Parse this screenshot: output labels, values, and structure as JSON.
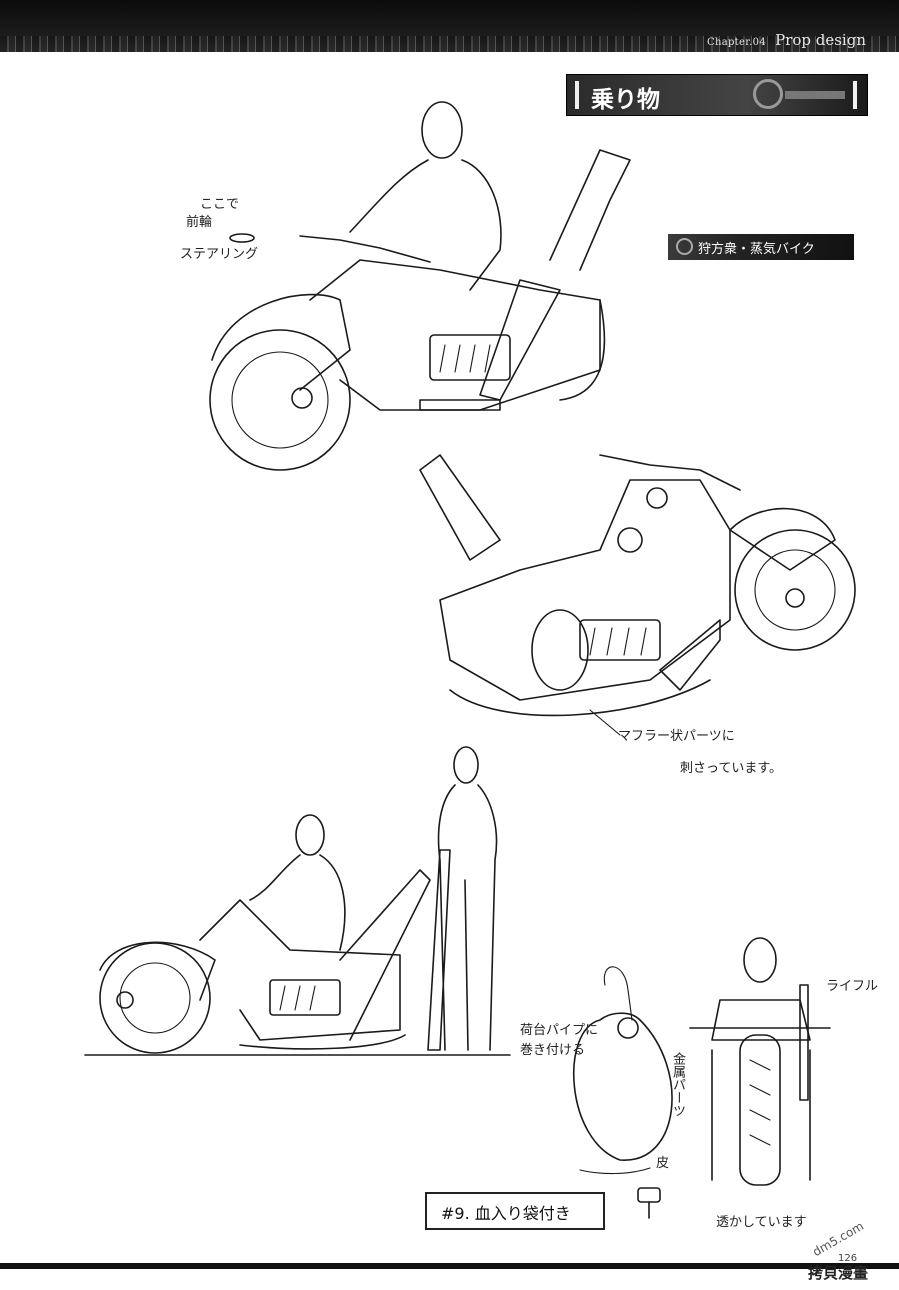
{
  "header": {
    "chapter_small": "Chapter.04",
    "chapter_title": "Prop design"
  },
  "section": {
    "title": "乗り物"
  },
  "subsection": {
    "label": "狩方衆・蒸気バイク"
  },
  "annotations": {
    "front_wheel_1": "ここで",
    "front_wheel_2": "前輪",
    "front_wheel_3": "ステアリング",
    "muffler_1": "マフラー状パーツに",
    "muffler_2": "刺さっています。",
    "carrier_1": "荷台パイプに",
    "carrier_2": "巻き付ける",
    "metal_parts": "金属パーツ",
    "leather": "皮",
    "rifle": "ライフル",
    "see_through": "透かしています",
    "blood_bag": "#9. 血入り袋付き"
  },
  "footer": {
    "page_number": "126",
    "watermark": "拷貝漫畫",
    "site": "dm5.com"
  }
}
